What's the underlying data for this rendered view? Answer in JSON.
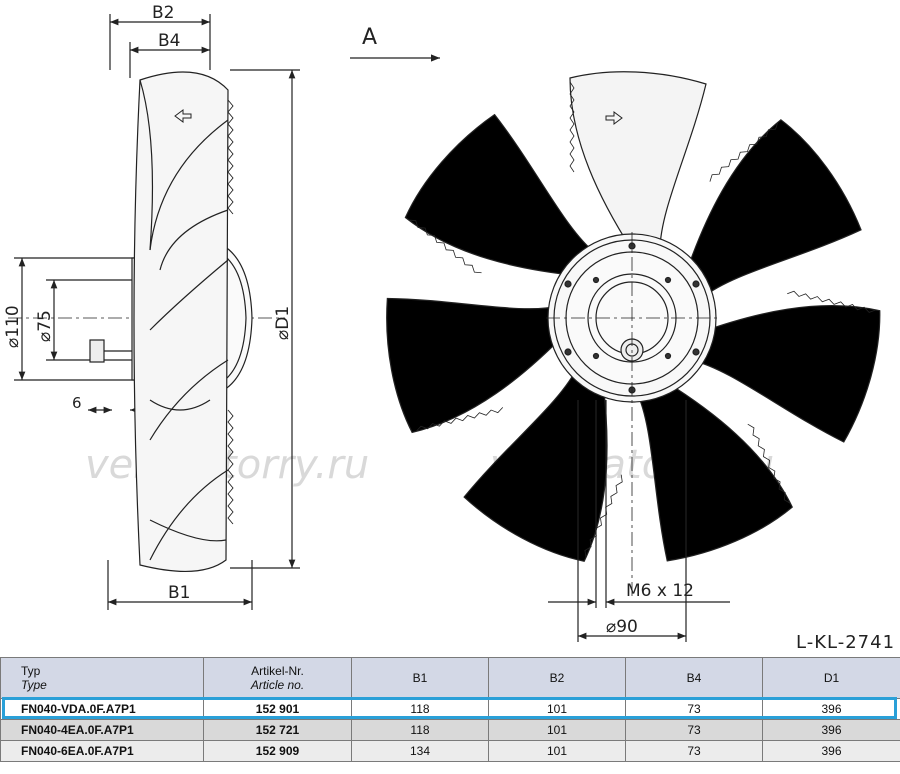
{
  "drawing": {
    "dimensions": {
      "b2": "B2",
      "b4": "B4",
      "b1": "B1",
      "d1": "⌀D1",
      "d110": "⌀110",
      "d75": "⌀75",
      "six": "6",
      "view_a": "A",
      "m6": "M6 x 12",
      "d90": "⌀90"
    },
    "drawing_code": "L-KL-2741",
    "watermark": "ventilatorry.ru",
    "colors": {
      "line": "#222222",
      "blade_fill": "#f4f4f4",
      "highlight": "#2aa0d8"
    }
  },
  "table": {
    "headers": [
      {
        "label": "Typ",
        "sub": "Type"
      },
      {
        "label": "Artikel-Nr.",
        "sub": "Article no."
      },
      {
        "label": "B1",
        "sub": ""
      },
      {
        "label": "B2",
        "sub": ""
      },
      {
        "label": "B4",
        "sub": ""
      },
      {
        "label": "D1",
        "sub": ""
      }
    ],
    "rows": [
      [
        "FN040-VDA.0F.A7P1",
        "152 901",
        "118",
        "101",
        "73",
        "396"
      ],
      [
        "FN040-4EA.0F.A7P1",
        "152 721",
        "118",
        "101",
        "73",
        "396"
      ],
      [
        "FN040-6EA.0F.A7P1",
        "152 909",
        "134",
        "101",
        "73",
        "396"
      ]
    ]
  }
}
